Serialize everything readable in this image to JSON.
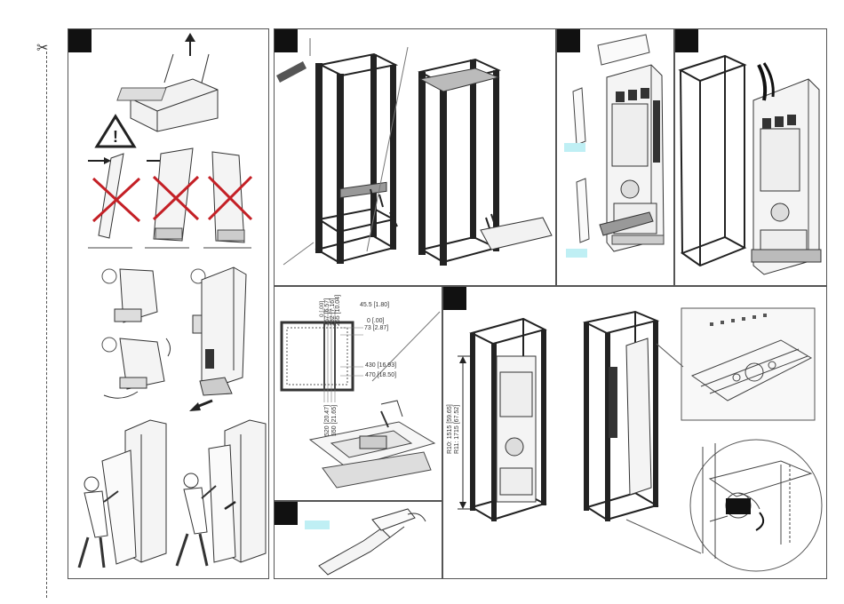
{
  "colors": {
    "line": "#333333",
    "cross": "#c42026",
    "tag": "#bfeff4",
    "step_box": "#111111"
  },
  "icons": {
    "scissors": "scissors-icon",
    "warning": "warning-triangle-icon"
  },
  "cut_line": {
    "symbol": "✂"
  },
  "warning": {
    "glyph": "!"
  },
  "dimensions": {
    "top_view": {
      "d1": "0 [.00]",
      "d2": "167 [6.57]",
      "d3": "182 [7.16]",
      "d4": "255 [10.04]",
      "d5": "45.5 [1.80]",
      "d6": "0 [.00]",
      "d7": "73 [2.87]",
      "d8": "430 [16.93]",
      "d9": "470 [18.50]",
      "d10": "520 [20.47]",
      "d11": "550 [21.65]"
    },
    "height": {
      "r10": "R10: 1515 [59.65]",
      "r11": "R11: 1715 [67.52]"
    }
  }
}
